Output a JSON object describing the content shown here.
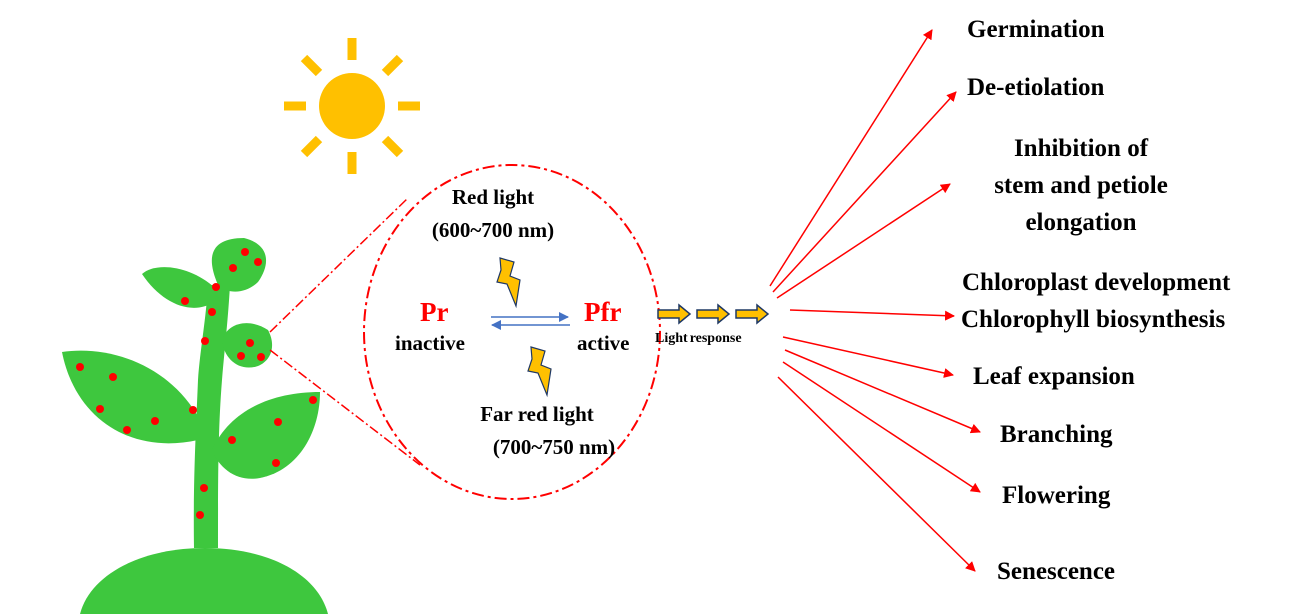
{
  "photoreceptor": {
    "inactive_form": "Pr",
    "inactive_state": "inactive",
    "active_form": "Pfr",
    "active_state": "active"
  },
  "red_light": {
    "label": "Red light",
    "range": "(600~700 nm)"
  },
  "far_red_light": {
    "label": "Far red light",
    "range": "(700~750 nm)"
  },
  "signal": {
    "label_part1": "Light",
    "label_part2": "response"
  },
  "responses": [
    "Germination",
    "De-etiolation",
    "Inhibition of",
    "stem and petiole",
    "elongation",
    "Chloroplast development",
    "Chlorophyll biosynthesis",
    "Leaf expansion",
    "Branching",
    "Flowering",
    "Senescence"
  ],
  "colors": {
    "plant": "#3ec73e",
    "spot": "#ff0000",
    "sun": "#ffc000",
    "arrow": "#ff0000",
    "conversion_arrow": "#4472c4",
    "signal_arrow_fill": "#ffc000",
    "signal_arrow_stroke": "#1f3864"
  }
}
